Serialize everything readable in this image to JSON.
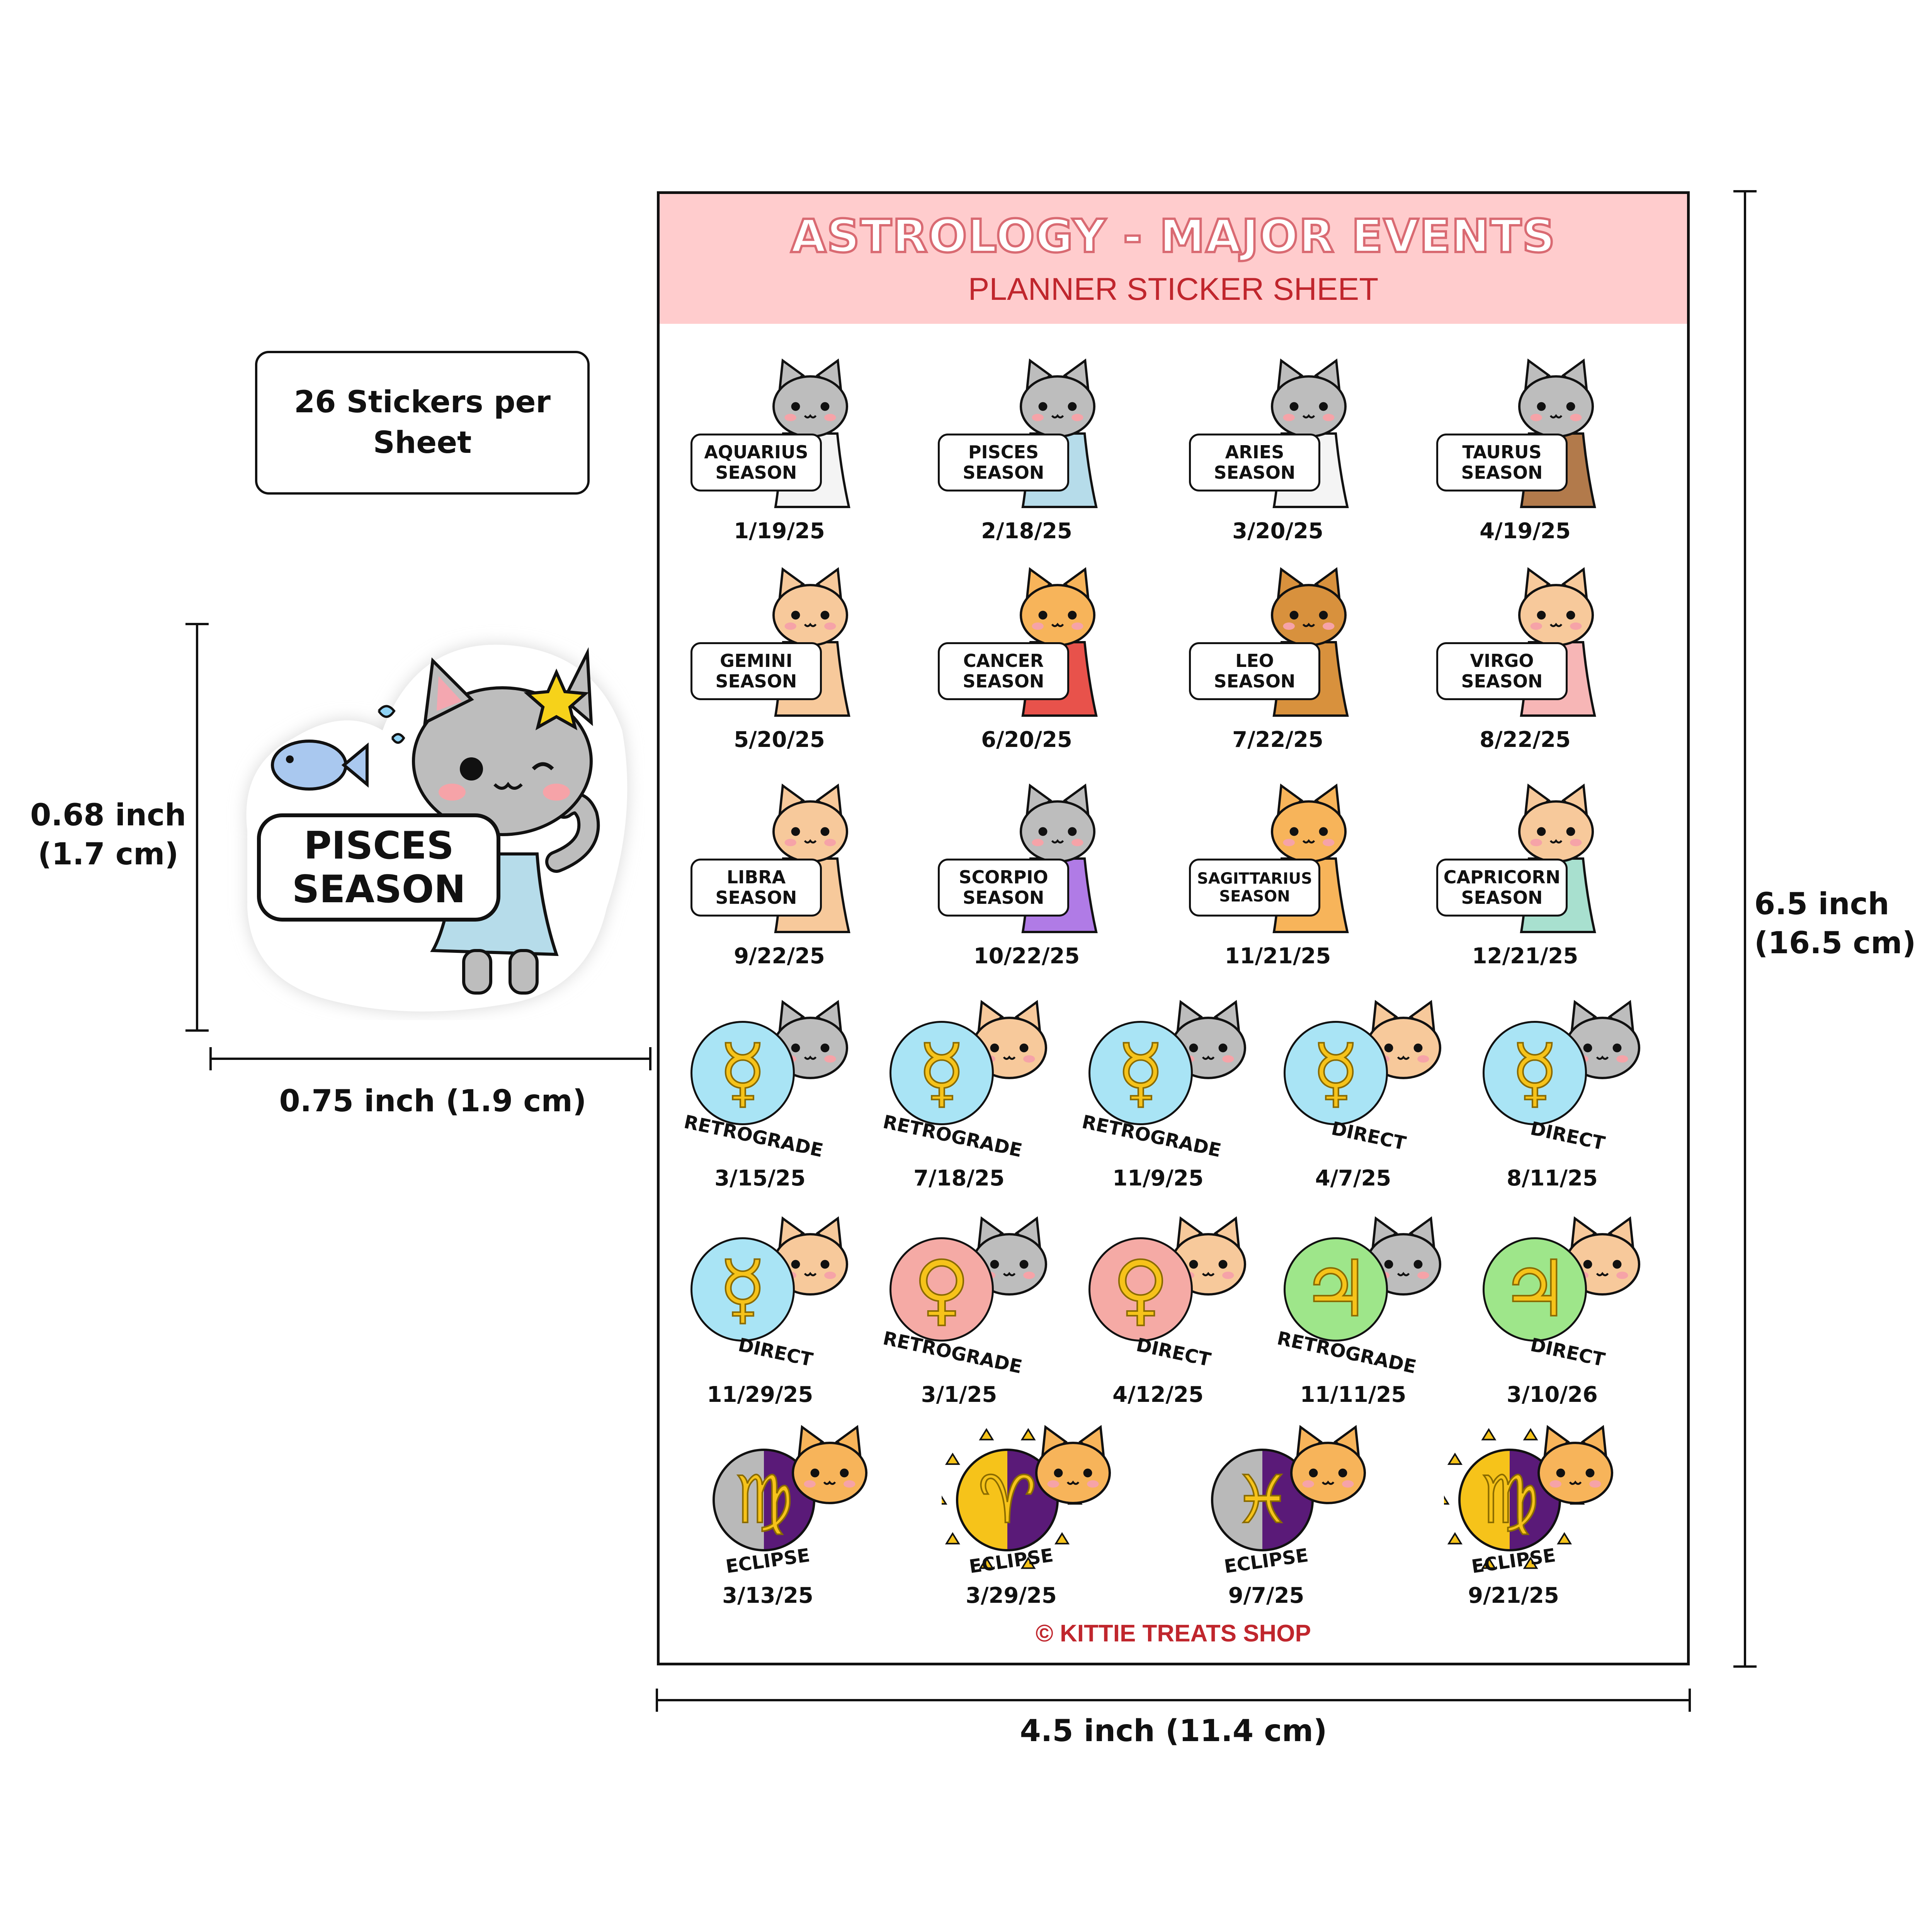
{
  "info": {
    "sticker_count": "26 Stickers per Sheet"
  },
  "sample": {
    "label": "PISCES\nSEASON",
    "height_label": "0.68 inch\n(1.7 cm)",
    "width_label": "0.75 inch (1.9 cm)"
  },
  "sheet": {
    "title": "ASTROLOGY - MAJOR EVENTS",
    "subtitle": "PLANNER STICKER SHEET",
    "height_label": "6.5 inch\n(16.5 cm)",
    "width_label": "4.5 inch (11.4 cm)",
    "copyright": "© KITTIE TREATS SHOP"
  },
  "seasons": [
    {
      "label": "AQUARIUS\nSEASON",
      "date": "1/19/25",
      "color": "#f4f4f4"
    },
    {
      "label": "PISCES\nSEASON",
      "date": "2/18/25",
      "color": "#b6dcea"
    },
    {
      "label": "ARIES\nSEASON",
      "date": "3/20/25",
      "color": "#f4f4f4"
    },
    {
      "label": "TAURUS\nSEASON",
      "date": "4/19/25",
      "color": "#b27a4b"
    },
    {
      "label": "GEMINI\nSEASON",
      "date": "5/20/25",
      "color": "#f7c99b"
    },
    {
      "label": "CANCER\nSEASON",
      "date": "6/20/25",
      "color": "#e8524b"
    },
    {
      "label": "LEO\nSEASON",
      "date": "7/22/25",
      "color": "#d8913d"
    },
    {
      "label": "VIRGO\nSEASON",
      "date": "8/22/25",
      "color": "#f7b6b6"
    },
    {
      "label": "LIBRA\nSEASON",
      "date": "9/22/25",
      "color": "#f7c99b"
    },
    {
      "label": "SCORPIO\nSEASON",
      "date": "10/22/25",
      "color": "#b07be6"
    },
    {
      "label": "SAGITTARIUS\nSEASON",
      "date": "11/21/25",
      "color": "#f7b45a"
    },
    {
      "label": "CAPRICORN\nSEASON",
      "date": "12/21/25",
      "color": "#a8e0cf"
    }
  ],
  "planets": [
    {
      "glyph": "☿",
      "label": "RETROGRADE",
      "date": "3/15/25",
      "color": "#a9e4f5"
    },
    {
      "glyph": "☿",
      "label": "RETROGRADE",
      "date": "7/18/25",
      "color": "#a9e4f5"
    },
    {
      "glyph": "☿",
      "label": "RETROGRADE",
      "date": "11/9/25",
      "color": "#a9e4f5"
    },
    {
      "glyph": "☿",
      "label": "DIRECT",
      "date": "4/7/25",
      "color": "#a9e4f5"
    },
    {
      "glyph": "☿",
      "label": "DIRECT",
      "date": "8/11/25",
      "color": "#a9e4f5"
    },
    {
      "glyph": "☿",
      "label": "DIRECT",
      "date": "11/29/25",
      "color": "#a9e4f5"
    },
    {
      "glyph": "♀",
      "label": "RETROGRADE",
      "date": "3/1/25",
      "color": "#f5aaa5"
    },
    {
      "glyph": "♀",
      "label": "DIRECT",
      "date": "4/12/25",
      "color": "#f5aaa5"
    },
    {
      "glyph": "♃",
      "label": "RETROGRADE",
      "date": "11/11/25",
      "color": "#9ee68a"
    },
    {
      "glyph": "♃",
      "label": "DIRECT",
      "date": "3/10/26",
      "color": "#9ee68a"
    }
  ],
  "eclipses": [
    {
      "glyph": "♍",
      "label": "ECLIPSE",
      "date": "3/13/25",
      "type": "lunar"
    },
    {
      "glyph": "♈",
      "label": "ECLIPSE",
      "date": "3/29/25",
      "type": "solar"
    },
    {
      "glyph": "♓",
      "label": "ECLIPSE",
      "date": "9/7/25",
      "type": "lunar"
    },
    {
      "glyph": "♍",
      "label": "ECLIPSE",
      "date": "9/21/25",
      "type": "solar"
    }
  ],
  "colors": {
    "header_bg": "#ffcccd",
    "accent_red": "#c0262d",
    "glyph_gold": "#f6c31a",
    "eclipse_purple": "#5a1a78",
    "moon_gray": "#b9b9b9",
    "sun_yellow": "#f6c31a"
  }
}
